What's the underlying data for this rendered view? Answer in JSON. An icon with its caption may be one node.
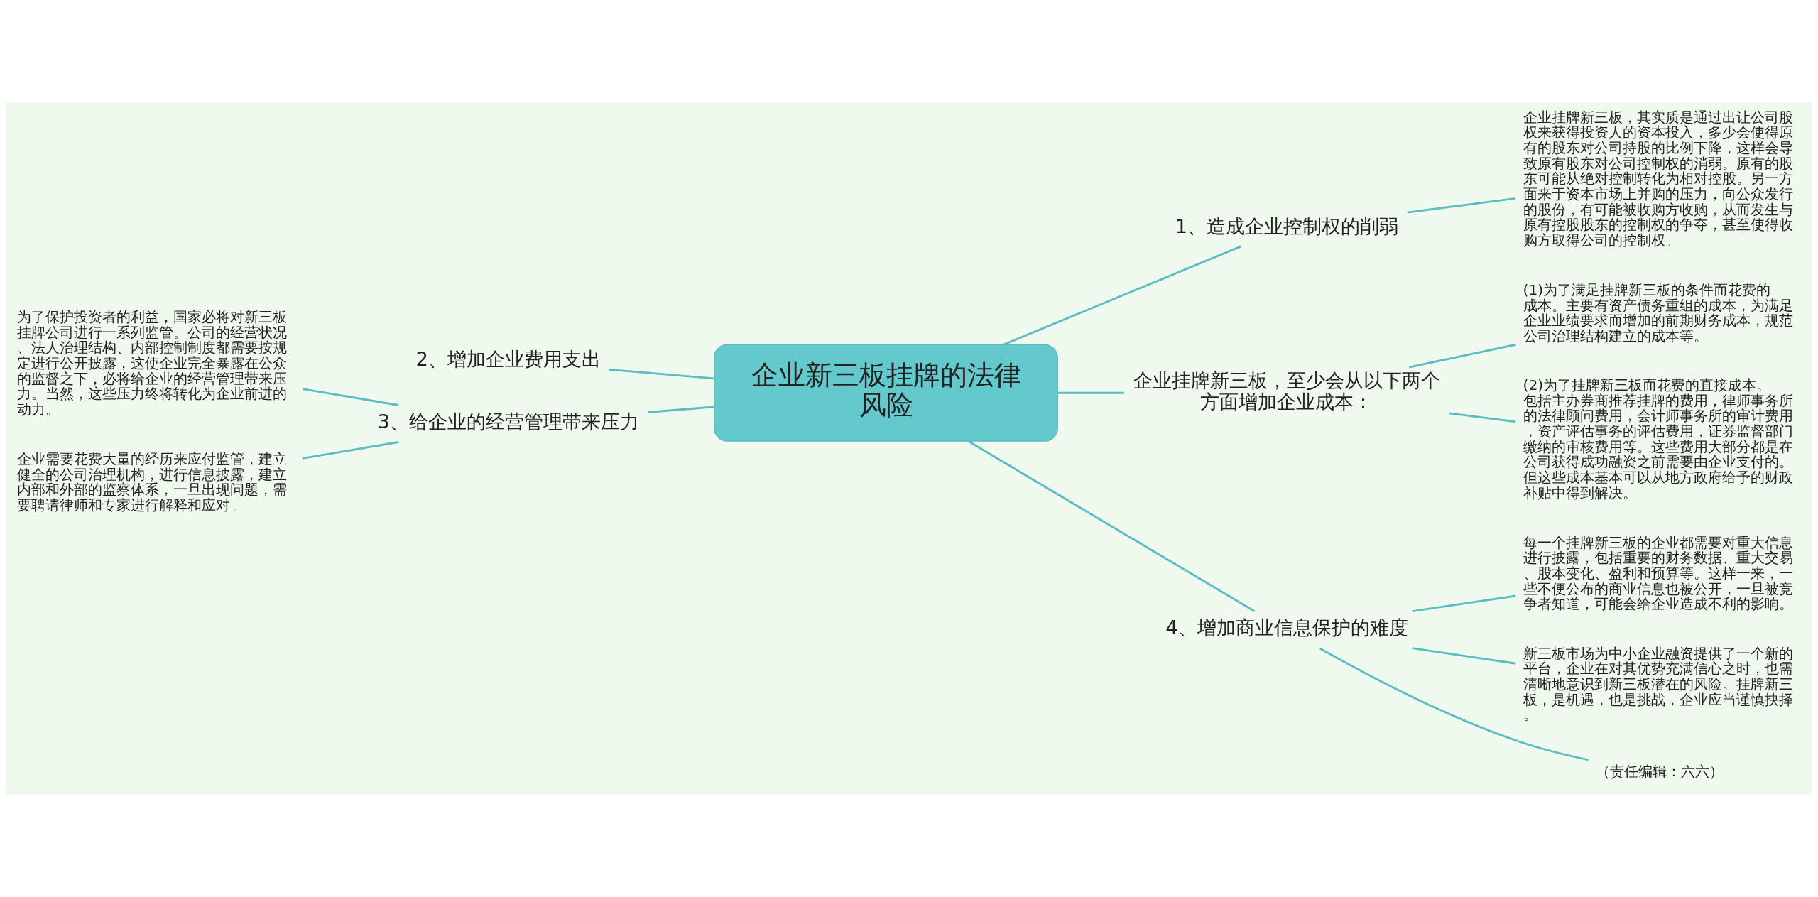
{
  "diagram": {
    "nodes": [
      {
        "text": [
          "企业新三板挂牌的法律风险"
        ]
      },
      {
        "text": [
          "1、造成企业控制权的削弱"
        ]
      },
      {
        "text": [
          "企业挂牌新三板，其实质是通过出让公司股权来获得投资人的资本投入，多少会使得原有的股东对公司持股的比例下降，这样会导致原有股东对公司控制权的消弱。原有的股东可能从绝对控制转化为相对控股。另一方面来于资本市场上并购的压力，向公众发行的股份，有可能被收购方收购，从而发生与原有控股股东的控制权的争夺，甚至使得收购方取得公司的控制权。"
        ]
      },
      {
        "text": [
          "企业挂牌新三板，至少会从以下两个方面增加企业成本："
        ]
      },
      {
        "text": [
          "(1)为了满足挂牌新三板的条件而花费的成本。主要有资产债务重组的成本，为满足企业业绩要求而增加的前期财务成本，规范公司治理结构建立的成本等。"
        ]
      },
      {
        "text": [
          "(2)为了挂牌新三板而花费的直接成本。包括主办券商推荐挂牌的费用，律师事务所的法律顾问费用，会计师事务所的审计费用，资产评估事务的评估费用，证券监督部门缴纳的审核费用等。这些费用大部分都是在公司获得成功融资之前需要由企业支付的。但这些成本基本可以从地方政府给予的财政补贴中得到解决。"
        ]
      },
      {
        "text": [
          "2、增加企业费用支出"
        ]
      },
      {
        "text": [
          "3、给企业的经营管理带来压力"
        ]
      },
      {
        "text": [
          "为了保护投资者的利益，国家必将对新三板挂牌公司进行一系列监管。公司的经营状况、法人治理结构、内部控制制度都需要按规定进行公开披露，这使企业完全暴露在公众的监督之下，必将给企业的经营管理带来压力。当然，这些压力终将转化为企业前进的动力。"
        ]
      },
      {
        "text": [
          "企业需要花费大量的经历来应付监管，建立健全的公司治理机构，进行信息披露，建立内部和外部的监察体系，一旦出现问题，需要聘请律师和专家进行解释和应对。"
        ]
      },
      {
        "text": [
          "4、增加商业信息保护的难度"
        ]
      },
      {
        "text": [
          "每一个挂牌新三板的企业都需要对重大信息进行披露，包括重要的财务数据、重大交易、股本变化、盈利和预算等。这样一来，一些不便公布的商业信息也被公开，一旦被竞争者知道，可能会给企业造成不利的影响。"
        ]
      },
      {
        "text": [
          "新三板市场为中小企业融资提供了一个新的平台，企业在对其优势充满信心之时，也需清晰地意识到新三板潜在的风险。挂牌新三板，是机遇，也是挑战，企业应当谨慎抉择。"
        ]
      },
      {
        "text": [
          "（责任编辑：六六）"
        ]
      }
    ],
    "edges": [
      {
        "from": 0,
        "to": 1,
        "arrow": "none"
      },
      {
        "from": 1,
        "to": 2,
        "arrow": "none"
      },
      {
        "from": 0,
        "to": 3,
        "arrow": "none"
      },
      {
        "from": 3,
        "to": 4,
        "arrow": "none"
      },
      {
        "from": 3,
        "to": 5,
        "arrow": "none"
      },
      {
        "from": 0,
        "to": 6,
        "arrow": "none"
      },
      {
        "from": 0,
        "to": 7,
        "arrow": "none"
      },
      {
        "from": 7,
        "to": 8,
        "arrow": "none"
      },
      {
        "from": 7,
        "to": 9,
        "arrow": "none"
      },
      {
        "from": 0,
        "to": 10,
        "arrow": "none"
      },
      {
        "from": 10,
        "to": 11,
        "arrow": "none"
      },
      {
        "from": 10,
        "to": 12,
        "arrow": "none"
      },
      {
        "from": 10,
        "to": 13,
        "arrow": "none"
      }
    ]
  }
}
